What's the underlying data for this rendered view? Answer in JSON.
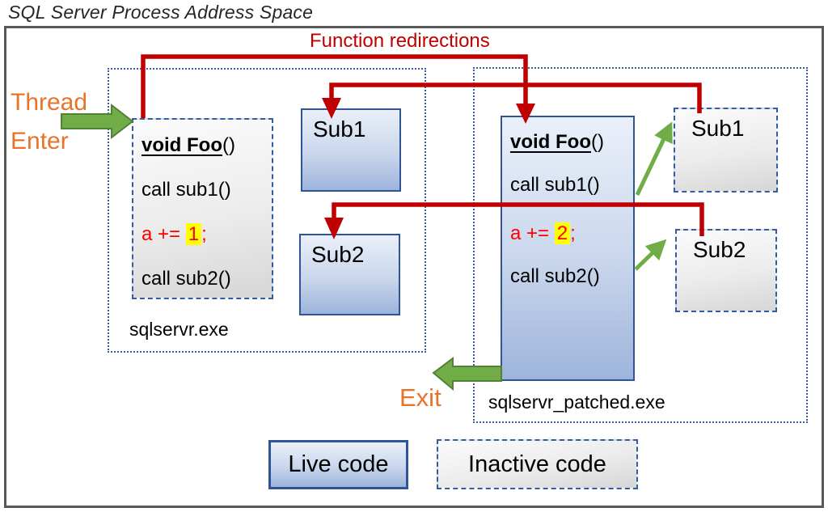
{
  "title": "SQL Server Process Address Space",
  "annotations": {
    "function_redirections": "Function redirections",
    "thread_line1": "Thread",
    "thread_line2": "Enter",
    "exit_label": "Exit"
  },
  "processes": {
    "original": {
      "label": "sqlservr.exe",
      "foo": {
        "name": "void Foo",
        "paren": "()",
        "call1": "call sub1()",
        "stmt_prefix": "a += ",
        "stmt_value": "1",
        "stmt_suffix": ";",
        "call2": "call sub2()"
      },
      "subs": [
        "Sub1",
        "Sub2"
      ]
    },
    "patched": {
      "label": "sqlservr_patched.exe",
      "foo": {
        "name": "void Foo",
        "paren": "()",
        "call1": "call sub1()",
        "stmt_prefix": "a += ",
        "stmt_value": "2",
        "stmt_suffix": ";",
        "call2": "call sub2()"
      },
      "subs": [
        "Sub1",
        "Sub2"
      ]
    }
  },
  "legend": {
    "live_label": "Live code",
    "inactive_label": "Inactive code"
  },
  "colors": {
    "redirect_red": "#c00000",
    "code_red": "#ff0000",
    "highlight_yellow": "#ffff00",
    "arrow_green": "#70ad47",
    "label_orange": "#e8742a",
    "live_border_blue": "#2f5597",
    "live_fill_bottom": "#9db4db",
    "inactive_fill": "#d6d6d6",
    "container_dotted_blue": "#3a5ba9",
    "frame_gray": "#595959"
  }
}
